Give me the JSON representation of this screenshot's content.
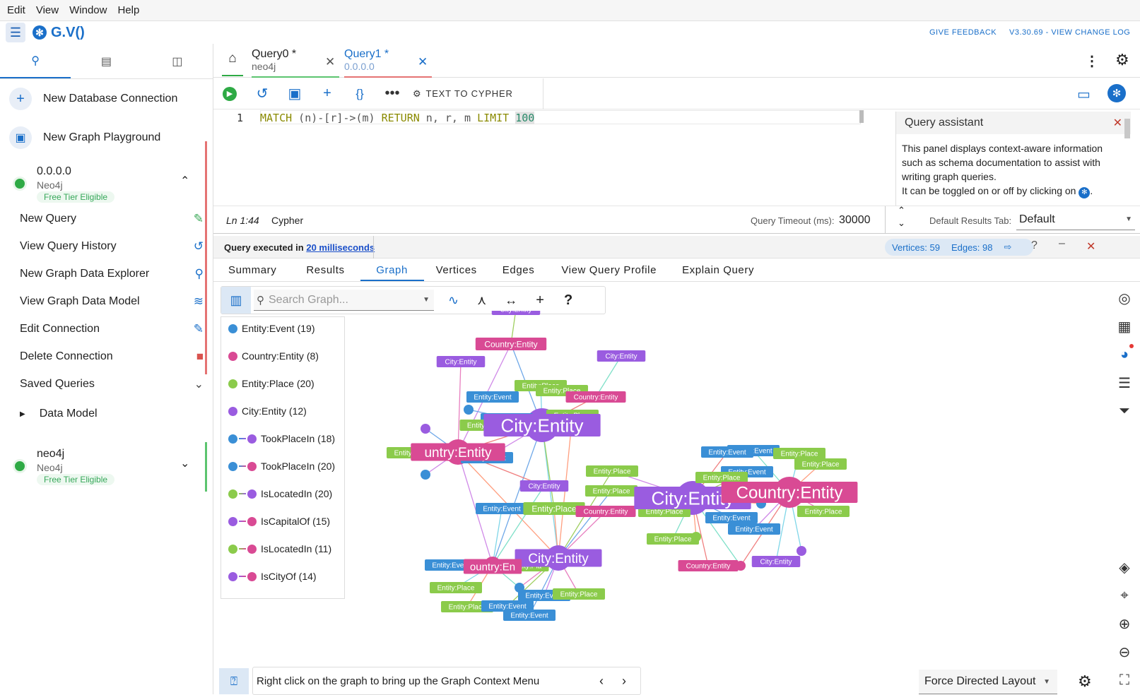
{
  "menubar": {
    "items": [
      "Edit",
      "View",
      "Window",
      "Help"
    ]
  },
  "app": {
    "logo_text": "G.V()",
    "feedback": "GIVE FEEDBACK",
    "version": "V3.30.69 - VIEW CHANGE LOG"
  },
  "sidebar": {
    "new_db": "New Database Connection",
    "new_playground": "New Graph Playground",
    "conn1": {
      "name": "0.0.0.0",
      "type": "Neo4j",
      "badge": "Free Tier Eligible"
    },
    "items": [
      {
        "label": "New Query",
        "icon": "pencil-sparkle-icon"
      },
      {
        "label": "View Query History",
        "icon": "history-icon"
      },
      {
        "label": "New Graph Data Explorer",
        "icon": "explorer-search-icon"
      },
      {
        "label": "View Graph Data Model",
        "icon": "database-icon"
      },
      {
        "label": "Edit Connection",
        "icon": "edit-icon"
      },
      {
        "label": "Delete Connection",
        "icon": "trash-icon"
      },
      {
        "label": "Saved Queries",
        "icon": "chevron-down-icon"
      }
    ],
    "data_model": "Data Model",
    "conn2": {
      "name": "neo4j",
      "type": "Neo4j",
      "badge": "Free Tier Eligible"
    }
  },
  "tabs": [
    {
      "title": "Query0 *",
      "sub": "neo4j"
    },
    {
      "title": "Query1 *",
      "sub": "0.0.0.0"
    }
  ],
  "toolbar": {
    "text_to_cypher": "TEXT TO CYPHER"
  },
  "editor": {
    "line_number": "1",
    "kw1": "MATCH",
    "p1": " (n)-[r]->(m) ",
    "kw2": "RETURN",
    "p2": " n, r, m ",
    "kw3": "LIMIT",
    "num": "100"
  },
  "assistant": {
    "title": "Query assistant",
    "body1": "This panel displays context-aware information such as schema documentation to assist with writing graph queries.",
    "body2": "It can be toggled on or off by clicking on"
  },
  "status": {
    "position": "Ln 1:44",
    "language": "Cypher",
    "timeout_label": "Query Timeout (ms):",
    "timeout_value": "30000",
    "default_tab_label": "Default Results Tab:",
    "default_tab_value": "Default"
  },
  "result": {
    "executed_prefix": "Query executed in",
    "executed_time": "20 milliseconds",
    "vertices": "Vertices: 59",
    "edges": "Edges: 98"
  },
  "result_tabs": [
    "Summary",
    "Results",
    "Graph",
    "Vertices",
    "Edges",
    "View Query Profile",
    "Explain Query"
  ],
  "search": {
    "placeholder": "Search Graph..."
  },
  "legend": [
    {
      "label": "Entity:Event (19)",
      "c1": "#3a8fd6"
    },
    {
      "label": "Country:Entity (8)",
      "c1": "#d94a94"
    },
    {
      "label": "Entity:Place (20)",
      "c1": "#8bcb4b"
    },
    {
      "label": "City:Entity (12)",
      "c1": "#9a5ce0"
    },
    {
      "label": "TookPlaceIn (18)",
      "c1": "#3a8fd6",
      "c2": "#9a5ce0"
    },
    {
      "label": "TookPlaceIn (20)",
      "c1": "#3a8fd6",
      "c2": "#d94a94"
    },
    {
      "label": "IsLocatedIn (20)",
      "c1": "#8bcb4b",
      "c2": "#9a5ce0"
    },
    {
      "label": "IsCapitalOf (15)",
      "c1": "#9a5ce0",
      "c2": "#d94a94"
    },
    {
      "label": "IsLocatedIn (11)",
      "c1": "#8bcb4b",
      "c2": "#d94a94"
    },
    {
      "label": "IsCityOf (14)",
      "c1": "#9a5ce0",
      "c2": "#d94a94"
    }
  ],
  "hint": "Right click on the graph to bring up the Graph Context Menu",
  "layout": "Force Directed Layout",
  "colors": {
    "event": "#3a8fd6",
    "country": "#d94a94",
    "place": "#8bcb4b",
    "city": "#9a5ce0",
    "accent": "#1a6fc9"
  },
  "graph_labels": {
    "event": "Entity:Event",
    "country": "Country:Entity",
    "place": "Entity:Place",
    "city": "City:Entity",
    "country_partial": "untry:Entity",
    "country_partial2": "ountry:En",
    "place_partial": "Entity:Pla",
    "place_partial2": "Entity:Pla"
  }
}
